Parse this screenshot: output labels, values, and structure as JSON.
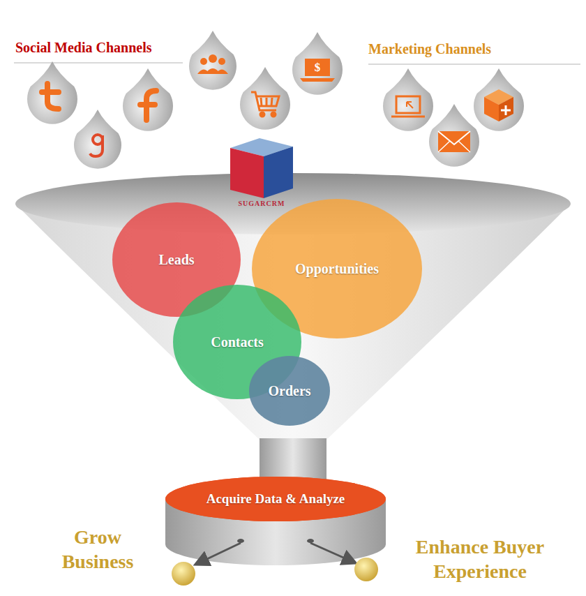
{
  "diagram": {
    "nodes": [
      {
        "text": [
          "Leads"
        ]
      },
      {
        "text": [
          "Opportunities"
        ]
      },
      {
        "text": [
          "Contacts"
        ]
      },
      {
        "text": [
          "Orders"
        ]
      },
      {
        "text": [
          "Acquire Data & Analyze"
        ]
      }
    ],
    "labels": [
      "Social Media Channels",
      "Marketing Channels",
      "$",
      "SUGARCRM",
      "Grow Business",
      "Enhance Buyer Experience"
    ]
  }
}
